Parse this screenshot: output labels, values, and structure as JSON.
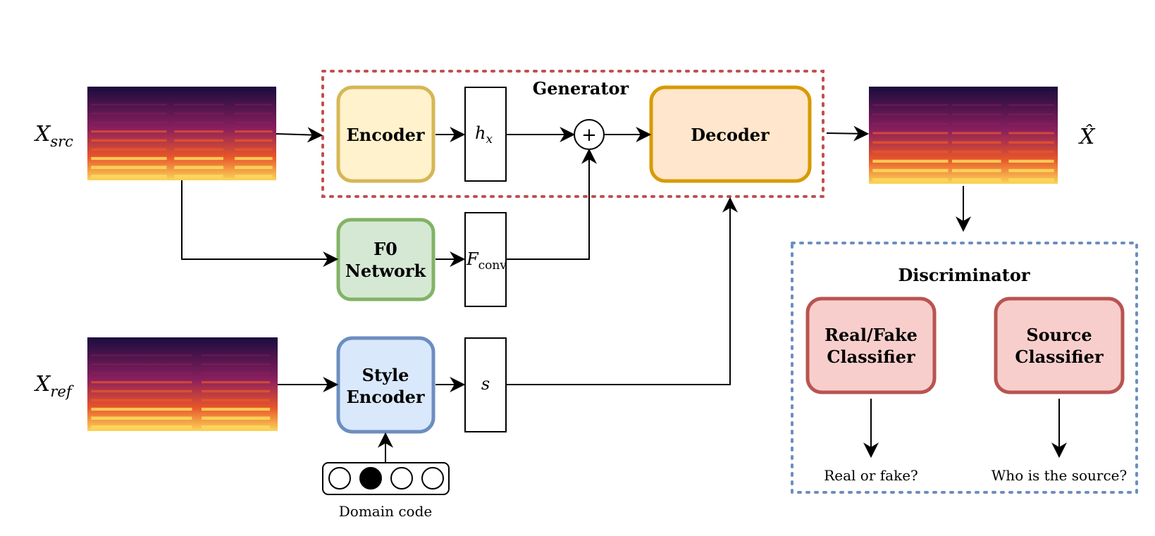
{
  "inputs": {
    "x_src_symbol": "X",
    "x_src_subscript": "src",
    "x_ref_symbol": "X",
    "x_ref_subscript": "ref",
    "x_hat_symbol": "X̂"
  },
  "generator": {
    "title": "Generator",
    "border_color": "#c0504d",
    "encoder_label": "Encoder",
    "encoder_fill": "#fff2cc",
    "encoder_stroke": "#d6b656",
    "hx_symbol": "h",
    "hx_subscript": "x",
    "sum_symbol": "+",
    "decoder_label": "Decoder",
    "decoder_fill": "#ffe6cc",
    "decoder_stroke": "#d79b00"
  },
  "f0": {
    "line1": "F0",
    "line2": "Network",
    "fill": "#d5e8d4",
    "stroke": "#82b366",
    "fconv_symbol": "F",
    "fconv_subscript": "conv"
  },
  "style": {
    "line1": "Style",
    "line2": "Encoder",
    "fill": "#dae8fc",
    "stroke": "#6c8ebf",
    "s_symbol": "s",
    "domain_code_label": "Domain code",
    "domain_code_bits": [
      0,
      1,
      0,
      0
    ]
  },
  "discriminator": {
    "title": "Discriminator",
    "border_color": "#6c8ebf",
    "realfake_line1": "Real/Fake",
    "realfake_line2": "Classifier",
    "source_line1": "Source",
    "source_line2": "Classifier",
    "classifier_fill": "#f8cecc",
    "classifier_stroke": "#b85450",
    "realfake_output": "Real or fake?",
    "source_output": "Who is the source?"
  },
  "spectrogram_colors": {
    "background": "#1a0c3d",
    "mid": "#8a1f5e",
    "hot": "#e8562a",
    "bright": "#fbd55a"
  }
}
